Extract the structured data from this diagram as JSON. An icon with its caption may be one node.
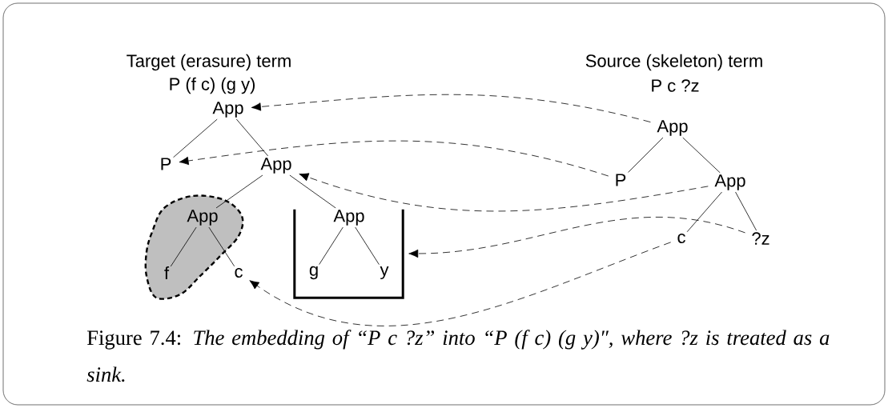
{
  "diagram": {
    "caption": "Figure 7.4: *The embedding of “P c ?z” into “P (f c) (g y)″, where ?z is treated as a sink.*",
    "nodes": [
      {
        "text": [
          "App"
        ]
      },
      {
        "text": [
          "P"
        ]
      },
      {
        "text": [
          "App"
        ]
      },
      {
        "text": [
          "App"
        ]
      },
      {
        "text": [
          "f"
        ]
      },
      {
        "text": [
          "c"
        ]
      },
      {
        "text": [],
        "shape": "box"
      },
      {
        "text": [
          "App"
        ],
        "in": 6
      },
      {
        "text": [
          "g"
        ],
        "in": 6
      },
      {
        "text": [
          "y"
        ],
        "in": 6
      },
      {
        "text": [
          "App"
        ]
      },
      {
        "text": [
          "P"
        ]
      },
      {
        "text": [
          "App"
        ]
      },
      {
        "text": [
          "c"
        ]
      },
      {
        "text": [
          "?z"
        ]
      }
    ],
    "edges": [
      {
        "from": 0,
        "to": 1,
        "arrow": "none"
      },
      {
        "from": 0,
        "to": 2,
        "arrow": "none"
      },
      {
        "from": 2,
        "to": 3,
        "arrow": "none"
      },
      {
        "from": 2,
        "to": 7,
        "arrow": "none"
      },
      {
        "from": 3,
        "to": 4,
        "arrow": "none"
      },
      {
        "from": 3,
        "to": 5,
        "arrow": "none"
      },
      {
        "from": 7,
        "to": 8,
        "arrow": "none"
      },
      {
        "from": 7,
        "to": 9,
        "arrow": "none"
      },
      {
        "from": 10,
        "to": 11,
        "arrow": "none"
      },
      {
        "from": 10,
        "to": 12,
        "arrow": "none"
      },
      {
        "from": 12,
        "to": 13,
        "arrow": "none"
      },
      {
        "from": 12,
        "to": 14,
        "arrow": "none"
      },
      {
        "from": 10,
        "to": 0,
        "arrow": "to",
        "style": "dashed"
      },
      {
        "from": 11,
        "to": 1,
        "arrow": "to",
        "style": "dashed"
      },
      {
        "from": 12,
        "to": 2,
        "arrow": "to",
        "style": "dashed"
      },
      {
        "from": 14,
        "to": 6,
        "arrow": "to",
        "style": "dashed"
      },
      {
        "from": 13,
        "to": 5,
        "arrow": "to",
        "style": "dashed"
      }
    ],
    "labels": [
      "Target (erasure) term",
      "Source (skeleton) term",
      "P (f c) (g y)",
      "P c ?z"
    ]
  }
}
